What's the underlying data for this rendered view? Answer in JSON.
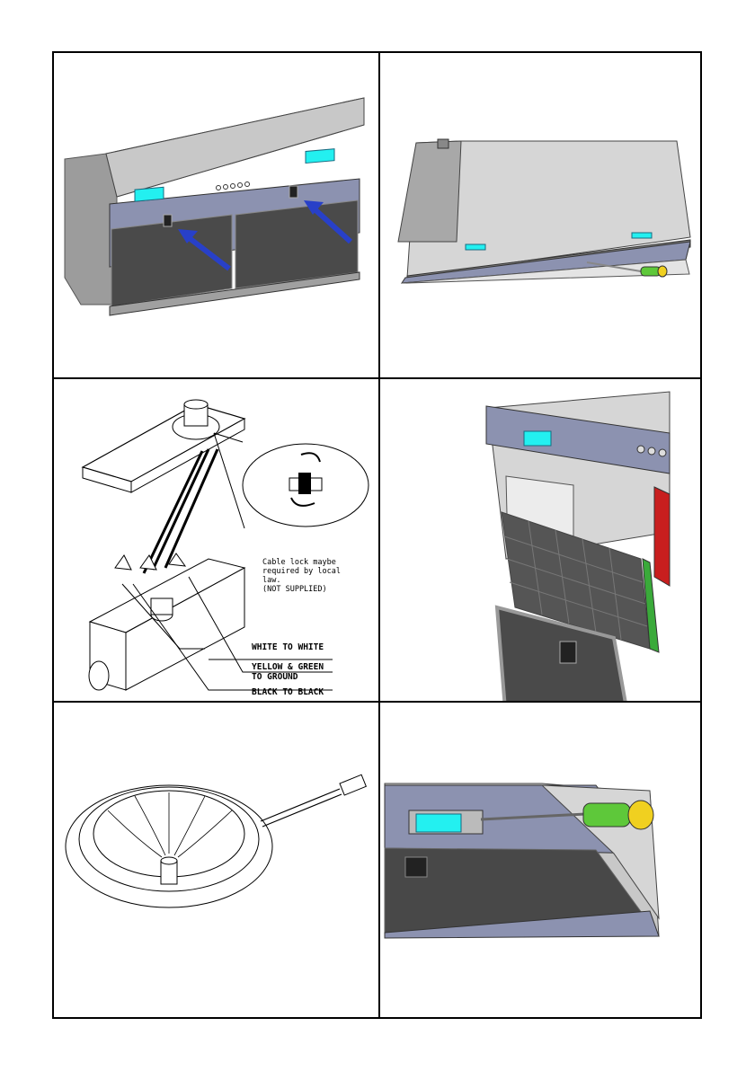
{
  "panels": {
    "wiring": {
      "callout_note": [
        "Cable lock maybe",
        "required by local",
        "law.",
        "(NOT SUPPLIED)"
      ],
      "labels": {
        "white": "WHITE TO WHITE",
        "yellow_green": [
          "YELLOW & GREEN",
          "TO GROUND"
        ],
        "black": "BLACK TO BLACK"
      }
    }
  },
  "colors": {
    "display_cyan": "#23f0f0",
    "arrow_blue": "#2840c8",
    "steel": "#b4b4b4",
    "panel_blue": "#8c92b0",
    "mesh": "#4a4a4a",
    "grip_green": "#5ec83a",
    "grip_yellow": "#f0d020",
    "red_cable": "#c81e1e"
  }
}
